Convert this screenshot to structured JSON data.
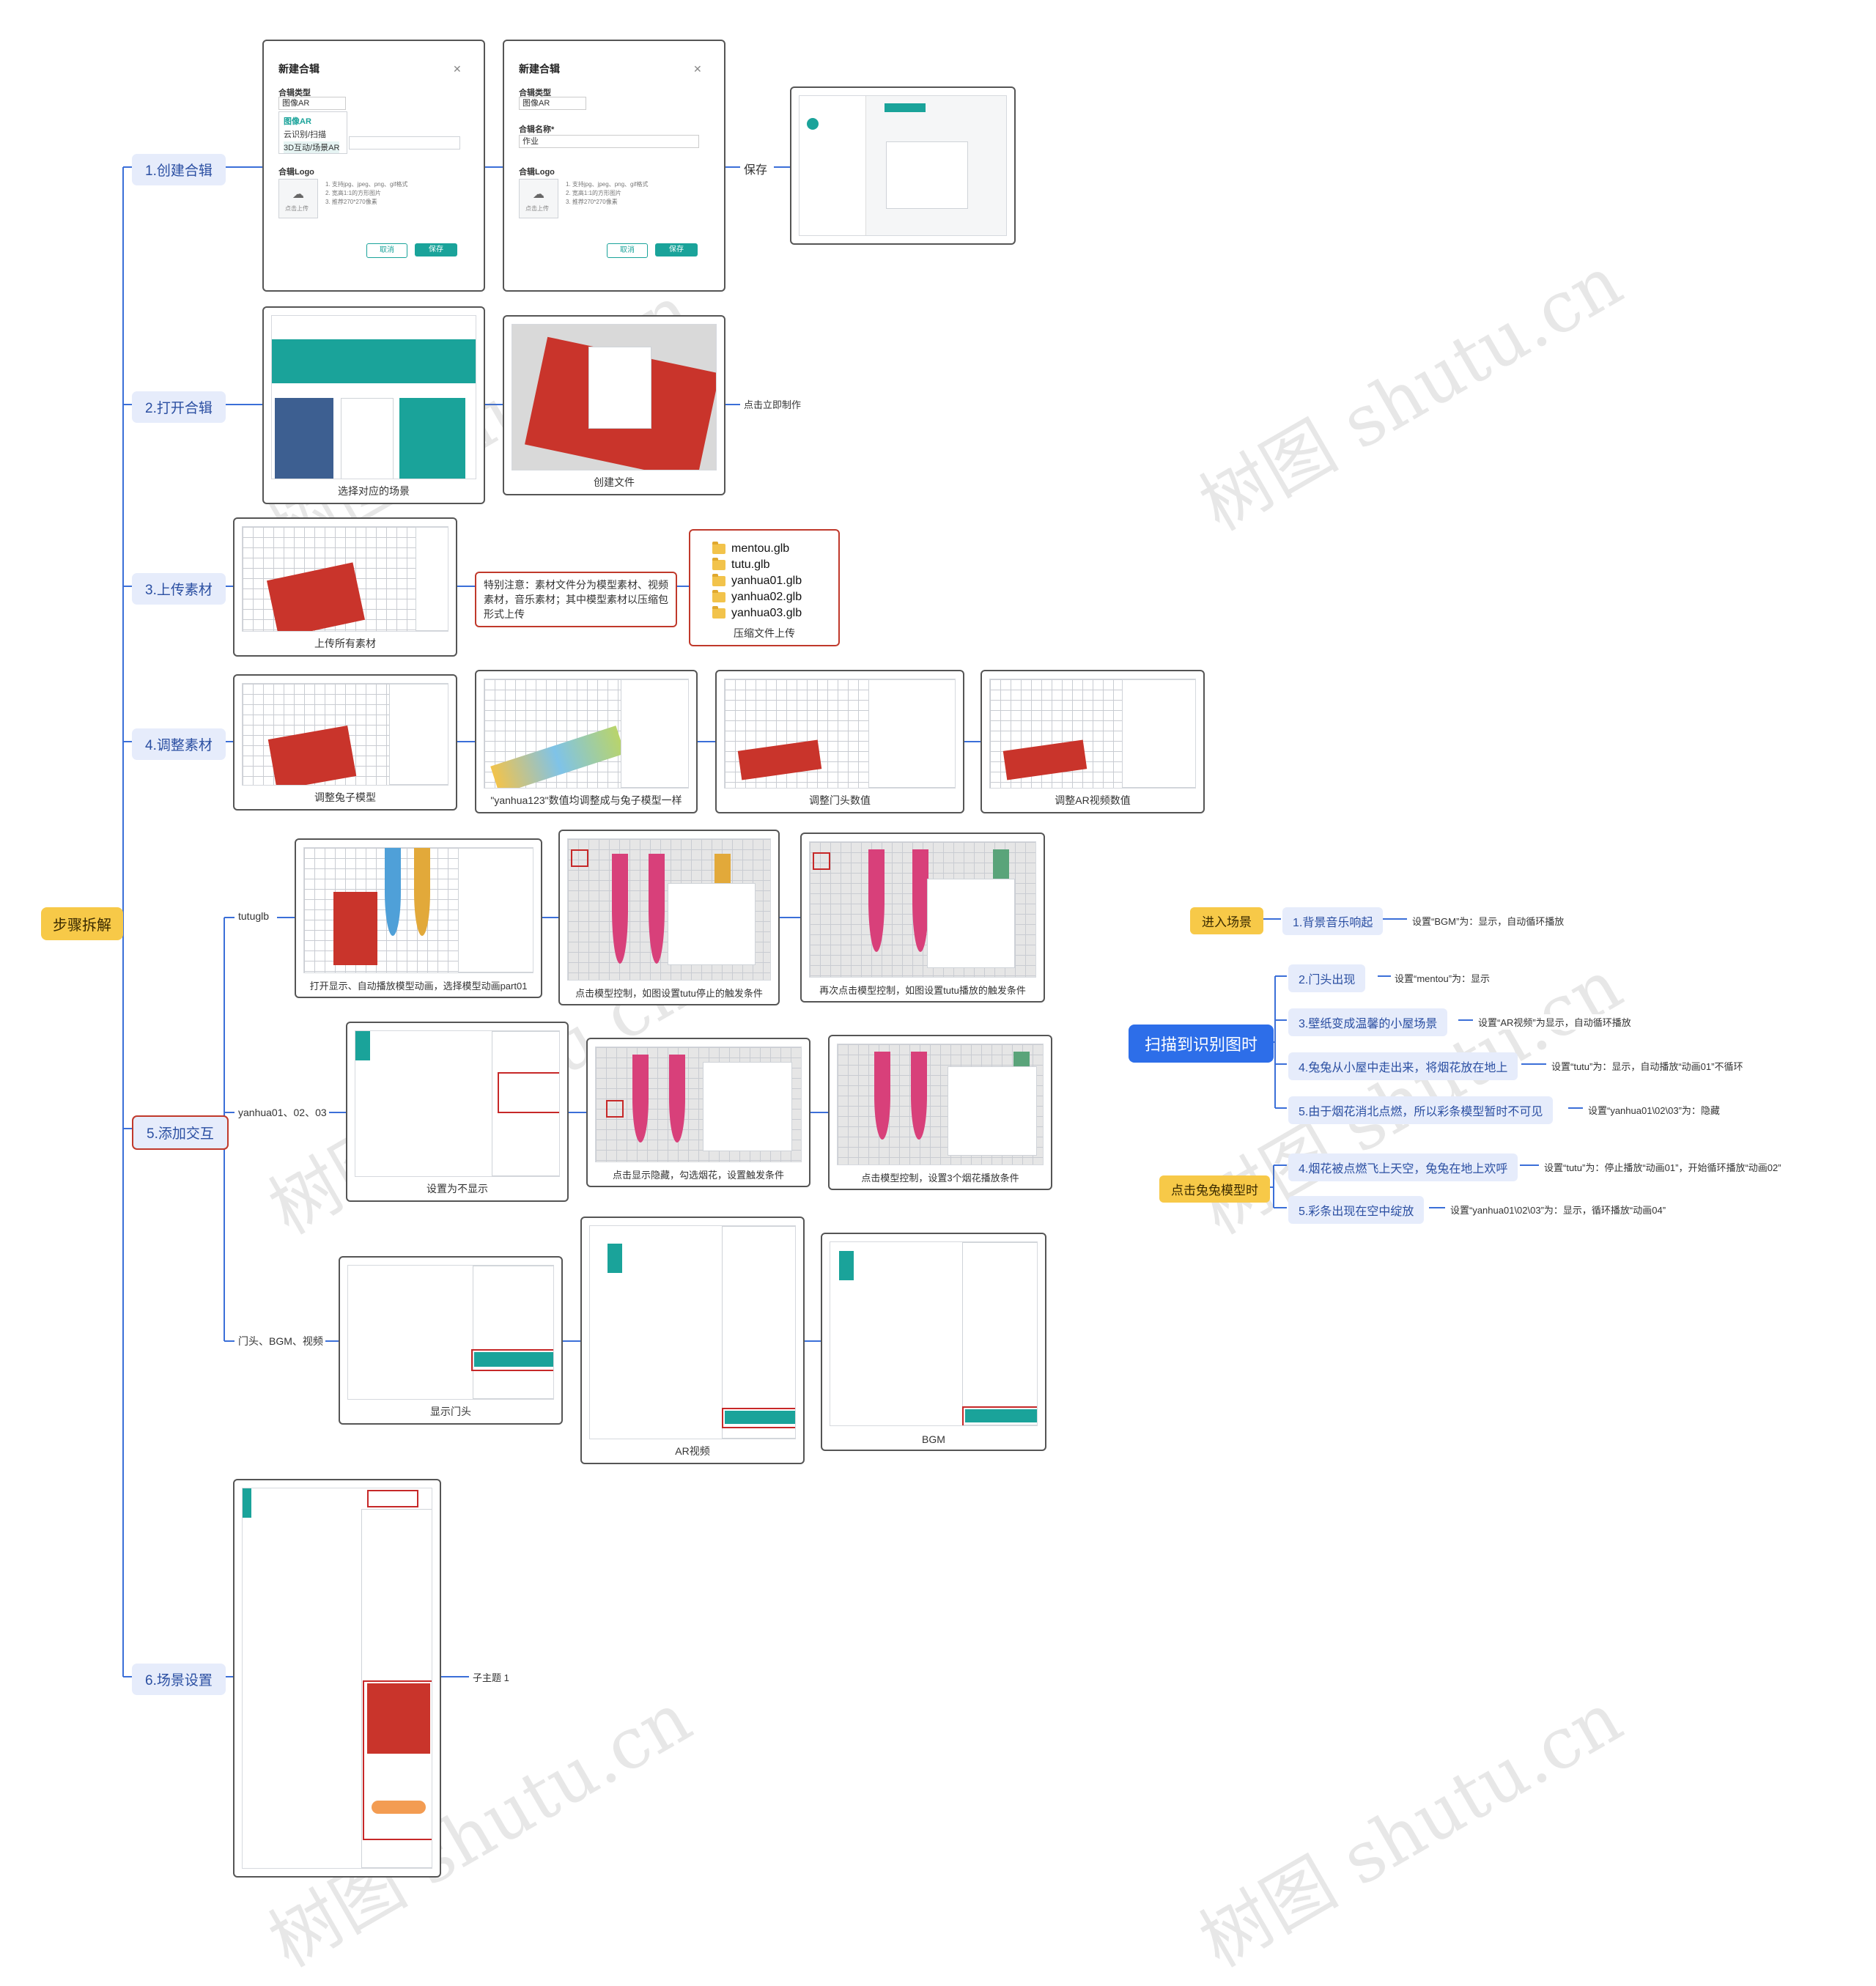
{
  "root": "步骤拆解",
  "steps": [
    {
      "label": "1.创建合辑",
      "captions": [],
      "side_note": "保存"
    },
    {
      "label": "2.打开合辑",
      "captions": [
        "选择对应的场景",
        "创建文件"
      ],
      "side_note": "点击立即制作"
    },
    {
      "label": "3.上传素材",
      "captions": [
        "上传所有素材",
        "压缩文件上传"
      ],
      "warning": "特别注意：素材文件分为模型素材、视频素材，音乐素材；其中模型素材以压缩包形式上传"
    },
    {
      "label": "4.调整素材",
      "captions": [
        "调整兔子模型",
        "\"yanhua123\"数值均调整成与兔子模型一样",
        "调整门头数值",
        "调整AR视频数值"
      ]
    },
    {
      "label": "5.添加交互",
      "branches": [
        {
          "label": "tutuglb",
          "captions": [
            "打开显示、自动播放模型动画，选择模型动画part01",
            "点击模型控制，如图设置tutu停止的触发条件",
            "再次点击模型控制，如图设置tutu播放的触发条件"
          ]
        },
        {
          "label": "yanhua01、02、03",
          "captions": [
            "设置为不显示",
            "点击显示隐藏，勾选烟花，设置触发条件",
            "点击模型控制，设置3个烟花播放条件"
          ]
        },
        {
          "label": "门头、BGM、视频",
          "captions": [
            "显示门头",
            "AR视频",
            "BGM"
          ]
        }
      ]
    },
    {
      "label": "6.场景设置",
      "side_note": "子主题 1"
    }
  ],
  "dialogs": {
    "title": "新建合辑",
    "type_label": "合辑类型",
    "type_value": "图像AR",
    "type_options": [
      "图像AR",
      "云识别/扫描",
      "3D互动/场景AR"
    ],
    "name_label": "合辑名称*",
    "name_value": "作业",
    "logo_label": "合辑Logo",
    "upload_text": "点击上传",
    "hints": [
      "1. 支持jpg、jpeg、png、gif格式",
      "2. 宽高1:1的方形图片",
      "3. 推荐270*270像素"
    ],
    "cancel": "取消",
    "save": "保存"
  },
  "files": [
    "mentou.glb",
    "tutu.glb",
    "yanhua01.glb",
    "yanhua02.glb",
    "yanhua03.glb"
  ],
  "right": {
    "enter": {
      "label": "进入场景",
      "items": [
        {
          "text": "1.背景音乐响起",
          "note": "设置“BGM”为：显示，自动循环播放"
        }
      ]
    },
    "scan": {
      "label": "扫描到识别图时",
      "items": [
        {
          "text": "2.门头出现",
          "note": "设置“mentou”为：显示"
        },
        {
          "text": "3.壁纸变成温馨的小屋场景",
          "note": "设置“AR视频”为显示，自动循环播放"
        },
        {
          "text": "4.兔兔从小屋中走出来，将烟花放在地上",
          "note": "设置“tutu”为：显示，自动播放“动画01”不循环"
        },
        {
          "text": "5.由于烟花消北点燃，所以彩条模型暂时不可见",
          "note": "设置“yanhua01\\02\\03”为：隐藏"
        }
      ]
    },
    "click": {
      "label": "点击兔兔模型时",
      "items": [
        {
          "text": "4.烟花被点燃飞上天空，兔兔在地上欢呼",
          "note": "设置“tutu”为：停止播放“动画01”，开始循环播放“动画02”"
        },
        {
          "text": "5.彩条出现在空中绽放",
          "note": "设置“yanhua01\\02\\03”为：显示，循环播放“动画04”"
        }
      ]
    }
  },
  "watermark": "树图 shutu.cn",
  "colors": {
    "root": "#f7c948",
    "topic_bg": "#e6ecfb",
    "topic_text": "#2b4fa2",
    "scan": "#2d6ee9",
    "line": "#3b6fd8",
    "accent_teal": "#1aa39a",
    "highlight_red": "#c62828"
  }
}
